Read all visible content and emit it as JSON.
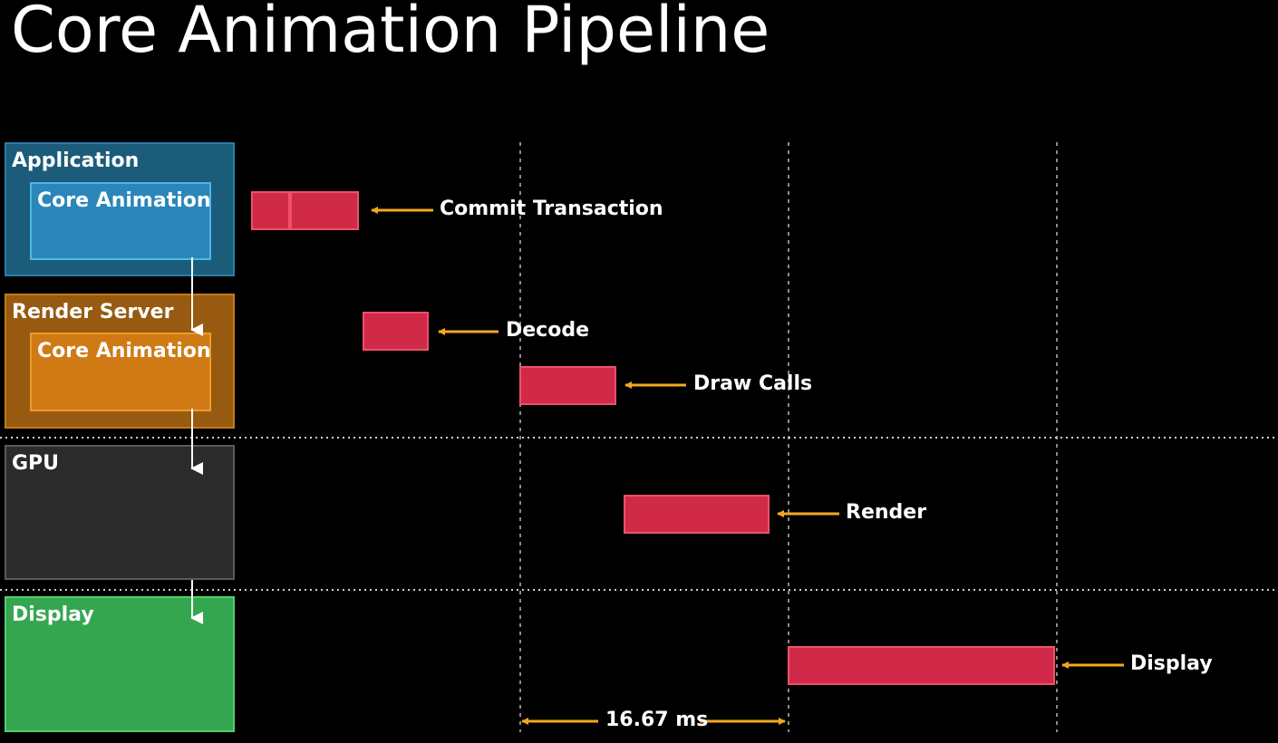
{
  "title": "Core Animation Pipeline",
  "stages": {
    "application": {
      "label": "Application",
      "inner_label": "Core Animation"
    },
    "render_server": {
      "label": "Render Server",
      "inner_label": "Core Animation"
    },
    "gpu": {
      "label": "GPU"
    },
    "display": {
      "label": "Display"
    }
  },
  "annotations": {
    "commit": "Commit Transaction",
    "decode": "Decode",
    "draw_calls": "Draw Calls",
    "render": "Render",
    "display": "Display"
  },
  "frame_interval": "16.67 ms",
  "colors": {
    "background": "#000000",
    "bar": "#d02a48",
    "arrow": "#f5a623",
    "application": "#1b5c7b",
    "render_server": "#975a10",
    "gpu": "#2b2b2b",
    "display": "#35a650"
  }
}
